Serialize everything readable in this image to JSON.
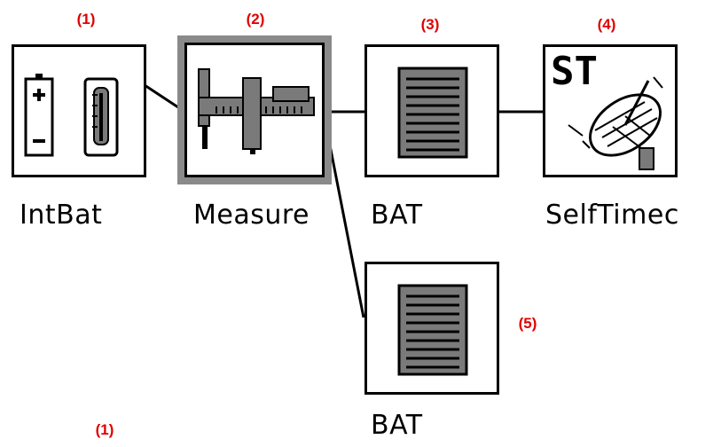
{
  "markers": [
    "(1)",
    "(2)",
    "(3)",
    "(4)",
    "(5)",
    "(1)"
  ],
  "nodes": [
    {
      "id": "intbat",
      "label": "IntBat",
      "icon": "battery-thermometer-icon"
    },
    {
      "id": "measure",
      "label": "Measure",
      "icon": "caliper-icon",
      "selected": true
    },
    {
      "id": "bat1",
      "label": "BAT",
      "icon": "document-lines-icon"
    },
    {
      "id": "selftimec",
      "label": "SelfTimec",
      "icon": "satellite-dish-icon",
      "badge": "ST"
    },
    {
      "id": "bat2",
      "label": "BAT",
      "icon": "document-lines-icon"
    }
  ],
  "colors": {
    "marker": "#e00000",
    "border": "#000000",
    "selection": "#8a8a8a",
    "icon_gray": "#7a7a7a"
  }
}
